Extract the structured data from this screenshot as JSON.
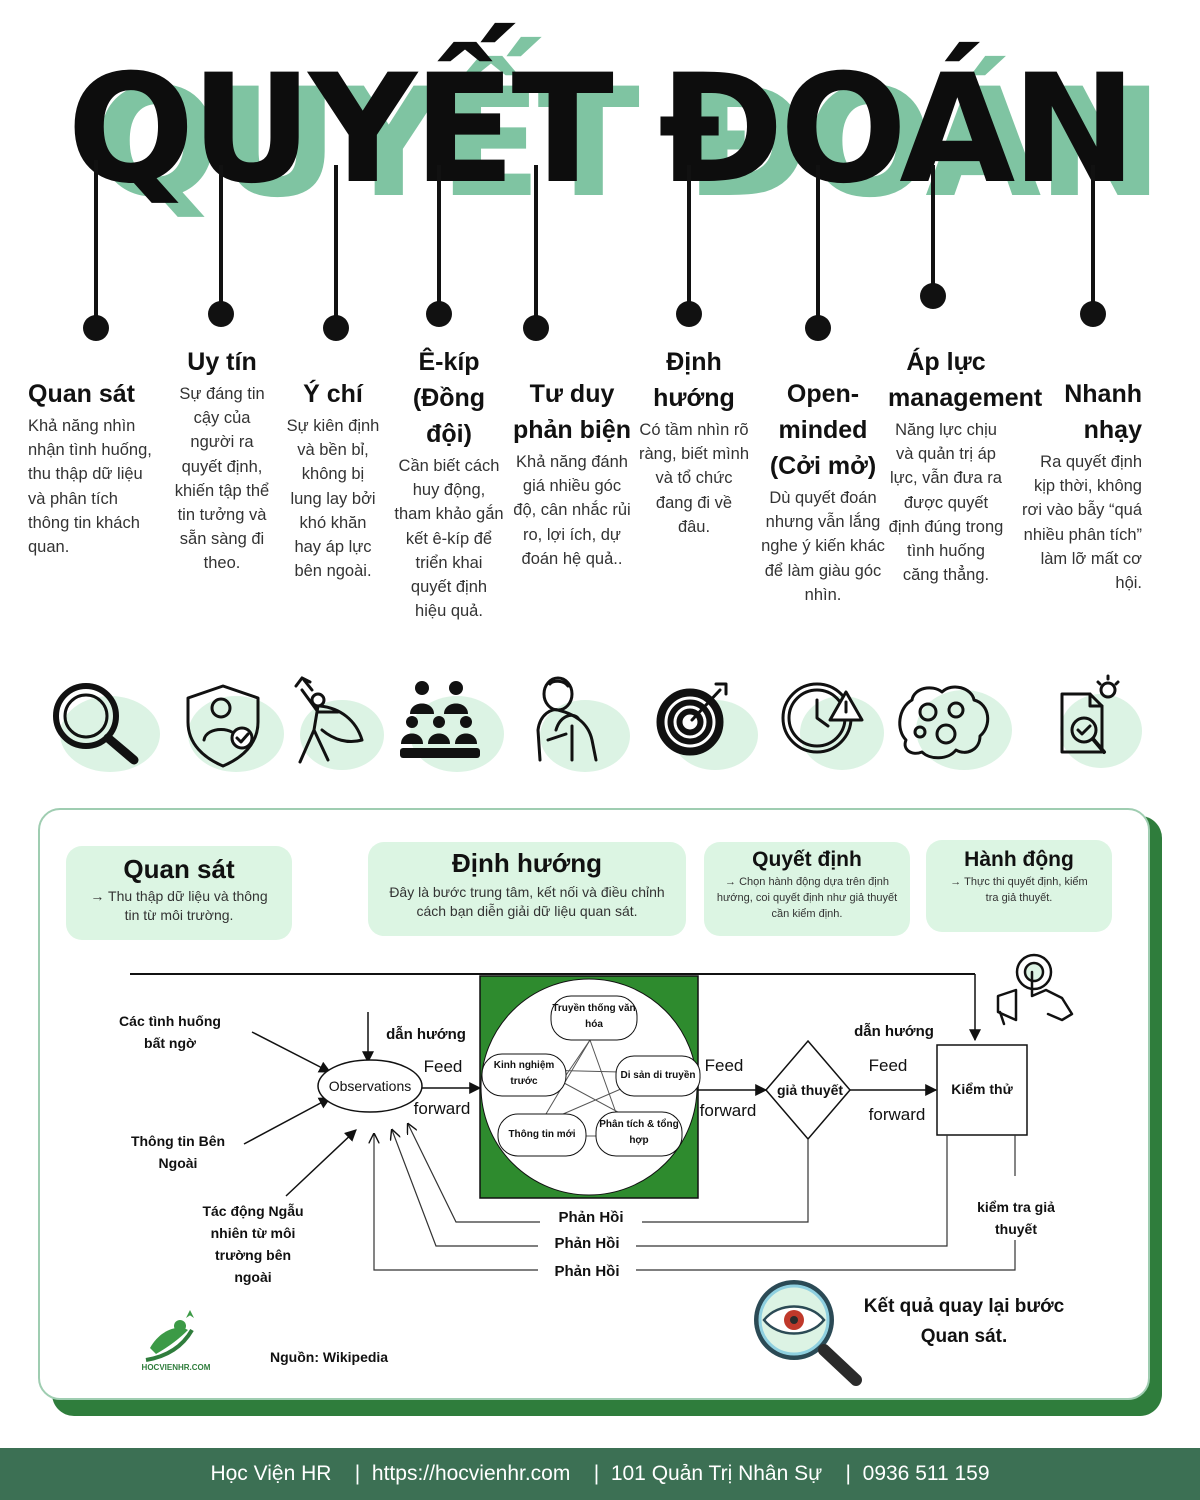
{
  "title": "QUYẾT ĐOÁN",
  "columns": [
    {
      "title": "Quan sát",
      "desc": "Khả năng nhìn nhận tình huống, thu thập dữ liệu và phân tích thông tin khách quan.",
      "icon": "magnifier-icon"
    },
    {
      "title": "Uy tín",
      "desc": "Sự đáng tin cậy của người ra quyết định, khiến tập thể tin tưởng và sẵn sàng đi theo.",
      "icon": "shield-user-check-icon"
    },
    {
      "title": "Ý chí",
      "desc": "Sự kiên định và bền bỉ, không bị lung lay bởi khó khăn hay áp lực bên ngoài.",
      "icon": "hero-cape-icon"
    },
    {
      "title": "Ê-kíp (Đồng đội)",
      "desc": "Cần biết cách huy động, tham khảo gắn kết ê-kíp để triển khai quyết định hiệu quả.",
      "icon": "team-people-icon"
    },
    {
      "title": "Tư duy phản biện",
      "desc": "Khả năng đánh giá nhiều góc độ, cân nhắc rủi ro, lợi ích, dự đoán hệ quả..",
      "icon": "thinking-man-icon"
    },
    {
      "title": "Định hướng",
      "desc": "Có tầm nhìn rõ ràng, biết mình và tổ chức đang đi về đâu.",
      "icon": "target-icon"
    },
    {
      "title": "Open-minded (Cởi mở)",
      "desc": "Dù quyết đoán nhưng vẫn lắng nghe ý kiến khác để làm giàu góc nhìn.",
      "icon": "clock-warning-icon"
    },
    {
      "title": "Áp lực management",
      "desc": "Năng lực chịu và quản trị áp lực, vẫn đưa ra được quyết định đúng trong tình huống căng thẳng.",
      "icon": "brain-gears-icon"
    },
    {
      "title": "Nhanh nhạy",
      "desc": "Ra quyết định kịp thời, không rơi vào bẫy “quá nhiều phân tích” làm lỡ mất cơ hội.",
      "icon": "document-idea-icon"
    }
  ],
  "ooda_boxes": [
    {
      "title": "Quan sát",
      "text": "→ Thu thập dữ liệu và thông tin từ môi trường."
    },
    {
      "title": "Định hướng",
      "text": "Đây là bước trung tâm, kết nối và điều chỉnh cách bạn diễn giải dữ liệu quan sát."
    },
    {
      "title": "Quyết định",
      "text": "→ Chọn hành động dựa trên định hướng, coi quyết định như giả thuyết cần kiểm định."
    },
    {
      "title": "Hành động",
      "text": "→ Thực thi quyết định, kiểm tra giả thuyết."
    }
  ],
  "diagram": {
    "inputs": [
      "Các tình huống bất ngờ",
      "Thông tin Bên Ngoài",
      "Tác động Ngẫu nhiên từ môi trường bên ngoài"
    ],
    "observations": "Observations",
    "guidance_1": "dẫn hướng",
    "guidance_2": "dẫn hướng",
    "feed": "Feed",
    "forward": "forward",
    "orient_nodes": [
      "Truyền thống văn hóa",
      "Kinh nghiệm trước",
      "Di sản di truyền",
      "Thông tin mới",
      "Phân tích & tổng hợp"
    ],
    "hypothesis": "giả thuyết",
    "test": "Kiểm thử",
    "test_hypothesis": "kiểm tra giả thuyết",
    "feedback": "Phản Hồi",
    "result": "Kết quả quay lại bước Quan sát.",
    "source": "Nguồn: Wikipedia",
    "logo_text": "HOCVIENHR.COM"
  },
  "footer": {
    "brand": "Học Viện HR",
    "url": "https://hocvienhr.com",
    "book": "101 Quản Trị Nhân Sự",
    "phone": "0936 511 159"
  },
  "colors": {
    "accent": "#7fc4a2",
    "light": "#dcf3e4",
    "dark_green": "#2f7d3c",
    "orient_bg": "#2e8b2e",
    "footer": "#3c7054"
  }
}
